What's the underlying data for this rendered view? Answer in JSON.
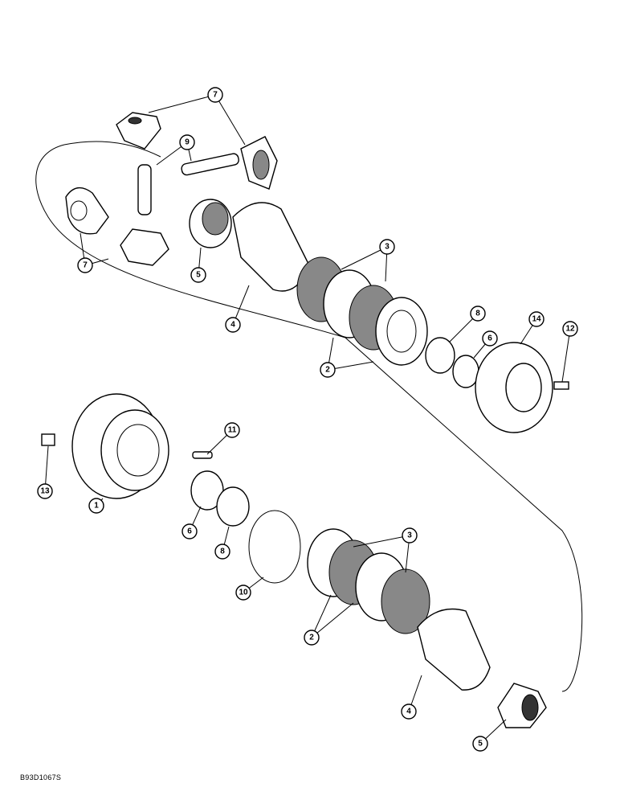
{
  "diagram": {
    "reference_code": "B93D1067S",
    "callouts": [
      "7",
      "9",
      "7",
      "5",
      "4",
      "3",
      "8",
      "14",
      "12",
      "6",
      "2",
      "11",
      "13",
      "1",
      "6",
      "8",
      "10",
      "3",
      "2",
      "4",
      "5"
    ]
  }
}
